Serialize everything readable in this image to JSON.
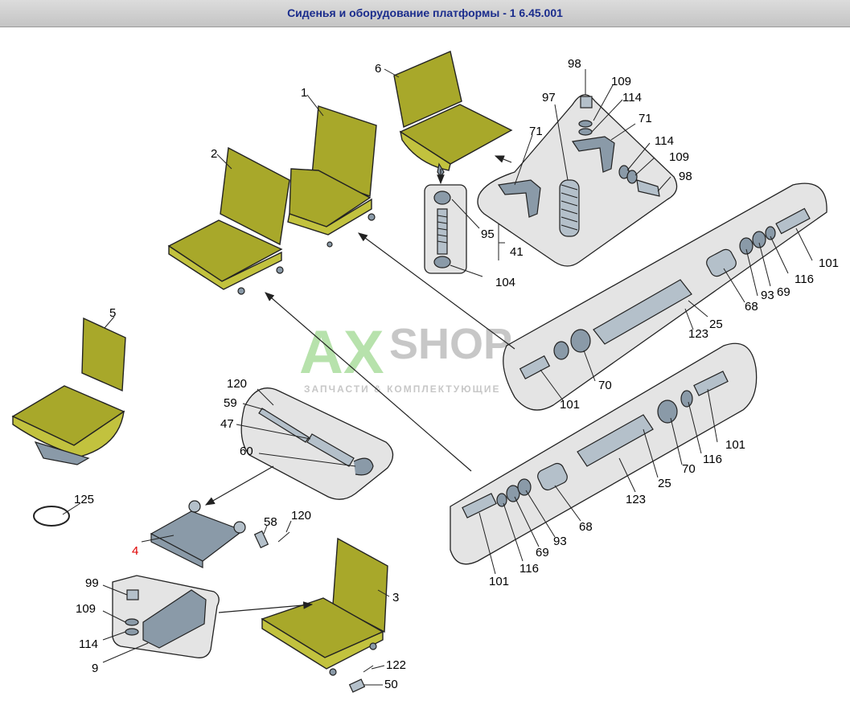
{
  "window": {
    "title": "Сиденья и оборудование платформы - 1 6.45.001"
  },
  "watermark": {
    "brand_a": "AX",
    "brand_b": "SHOP",
    "tagline": "ЗАПЧАСТИ & КОМПЛЕКТУЮЩИЕ"
  },
  "callouts": {
    "c6": "6",
    "c1": "1",
    "c2": "2",
    "c5": "5",
    "c3": "3",
    "c4": "4",
    "c9": "9",
    "c98a": "98",
    "c109a": "109",
    "c114a": "114",
    "c97": "97",
    "c71a": "71",
    "c71b": "71",
    "c114b": "114",
    "c109b": "109",
    "c98b": "98",
    "c95": "95",
    "c41": "41",
    "c104": "104",
    "c101a": "101",
    "c116a": "116",
    "c69a": "69",
    "c93a": "93",
    "c68a": "68",
    "c25a": "25",
    "c123a": "123",
    "c70a": "70",
    "c101b": "101",
    "c101c": "101",
    "c116c": "116",
    "c70c": "70",
    "c25c": "25",
    "c123c": "123",
    "c68c": "68",
    "c93c": "93",
    "c69c": "69",
    "c116d": "116",
    "c101d": "101",
    "c120a": "120",
    "c59": "59",
    "c47": "47",
    "c60": "60",
    "c58": "58",
    "c120b": "120",
    "c125": "125",
    "c99": "99",
    "c109c": "109",
    "c114c": "114",
    "c122": "122",
    "c50": "50"
  },
  "colors": {
    "seat": "#a8a82a",
    "title_text": "#1a2c8c",
    "highlight_label": "#e00000",
    "watermark_green": "#7ecb6a"
  }
}
